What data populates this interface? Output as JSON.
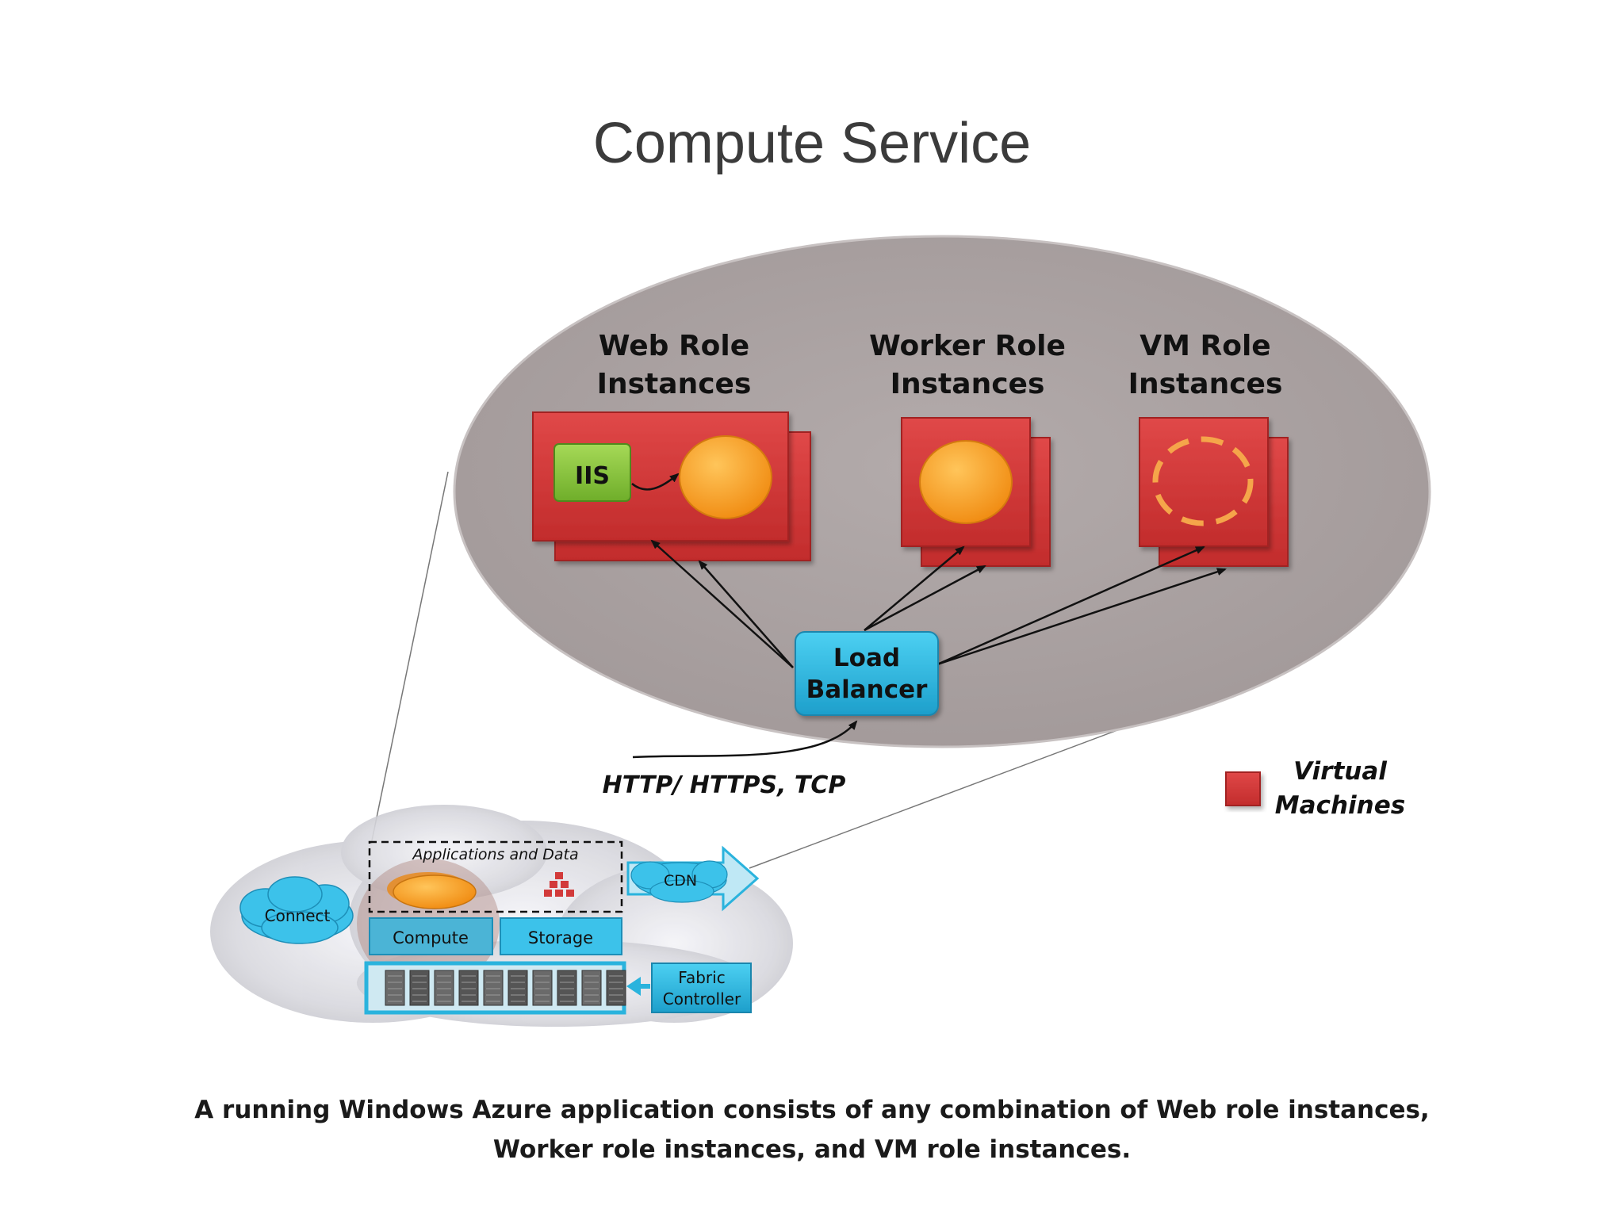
{
  "title": "Compute Service",
  "roles": {
    "web": {
      "line1": "Web Role",
      "line2": "Instances"
    },
    "worker": {
      "line1": "Worker Role",
      "line2": "Instances"
    },
    "vm": {
      "line1": "VM Role",
      "line2": "Instances"
    }
  },
  "iis_label": "IIS",
  "load_balancer": {
    "line1": "Load",
    "line2": "Balancer"
  },
  "protocols_label": "HTTP/ HTTPS,  TCP",
  "legend": {
    "line1": "Virtual",
    "line2": "Machines"
  },
  "platform": {
    "applications_and_data": "Applications and Data",
    "connect": "Connect",
    "cdn": "CDN",
    "compute": "Compute",
    "storage": "Storage",
    "fabric_line1": "Fabric",
    "fabric_line2": "Controller"
  },
  "caption": {
    "line1": "A running Windows Azure application consists of any combination of Web role instances,",
    "line2": "Worker role instances, and VM role instances."
  },
  "colors": {
    "ellipse": "#aca4a4",
    "vm_red": "#d23a3a",
    "blue_box": "#2ab3dd",
    "orange": "#f59a1e",
    "iis_green": "#8dc63f"
  }
}
